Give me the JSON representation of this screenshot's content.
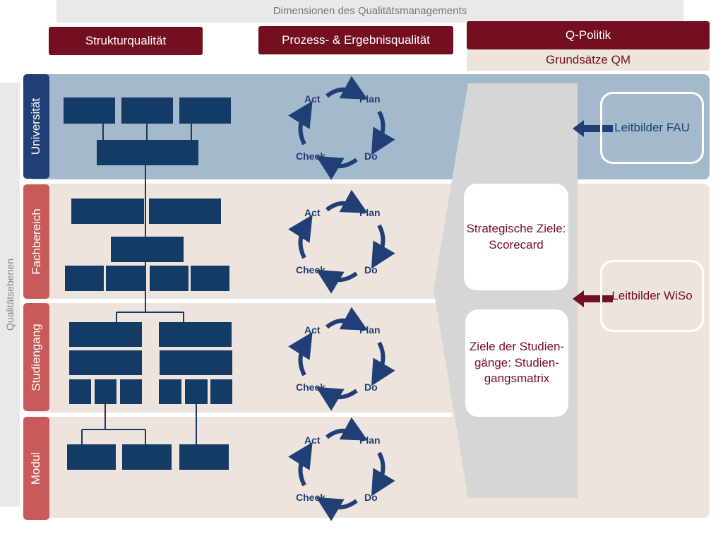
{
  "header": {
    "dimensions_title": "Dimensionen des Qualitätsmanagements"
  },
  "side": {
    "levels_title": "Qualitätsebenen"
  },
  "columns": {
    "structure": "Strukturqualität",
    "process": "Prozess- & Ergebnisqualität",
    "policy": "Q-Politik",
    "policy_sub": "Grundsätze QM"
  },
  "levels": [
    "Universität",
    "Fachbereich",
    "Studiengang",
    "Modul"
  ],
  "cycle": {
    "act": "Act",
    "plan": "Plan",
    "check": "Check",
    "do": "Do"
  },
  "goals": {
    "strategic": "Strategische Ziele: Scorecard",
    "programs": "Ziele der Studien-gänge: Studien-gangsmatrix"
  },
  "mission": {
    "fau": "Leitbilder FAU",
    "wiso": "Leitbilder WiSo"
  },
  "colors": {
    "dark_red": "#730f1f",
    "navy": "#1f3f76",
    "org_box": "#143a66",
    "level_red": "#c85a5a",
    "band_blue": "#a5b9cc",
    "band_beige": "#ede5dd",
    "funnel_grey": "#d6d6d6"
  }
}
